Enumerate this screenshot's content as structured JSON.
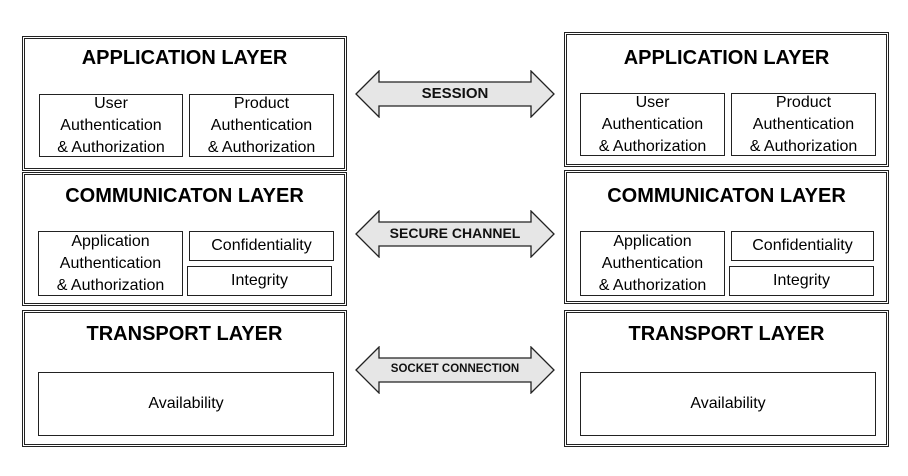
{
  "left": {
    "application": {
      "title": "APPLICATION LAYER",
      "user_auth": [
        "User",
        "Authentication",
        "& Authorization"
      ],
      "product_auth": [
        "Product",
        "Authentication",
        "& Authorization"
      ]
    },
    "communication": {
      "title": "COMMUNICATON LAYER",
      "app_auth": [
        "Application",
        "Authentication",
        "& Authorization"
      ],
      "confidentiality": "Confidentiality",
      "integrity": "Integrity"
    },
    "transport": {
      "title": "TRANSPORT LAYER",
      "availability": "Availability"
    }
  },
  "right": {
    "application": {
      "title": "APPLICATION LAYER",
      "user_auth": [
        "User",
        "Authentication",
        "& Authorization"
      ],
      "product_auth": [
        "Product",
        "Authentication",
        "& Authorization"
      ]
    },
    "communication": {
      "title": "COMMUNICATON LAYER",
      "app_auth": [
        "Application",
        "Authentication",
        "& Authorization"
      ],
      "confidentiality": "Confidentiality",
      "integrity": "Integrity"
    },
    "transport": {
      "title": "TRANSPORT LAYER",
      "availability": "Availability"
    }
  },
  "connections": {
    "session": "SESSION",
    "secure_channel": "SECURE CHANNEL",
    "socket_connection": "SOCKET CONNECTION"
  },
  "colors": {
    "arrow_fill": "#e6e6e6",
    "border": "#222222"
  }
}
